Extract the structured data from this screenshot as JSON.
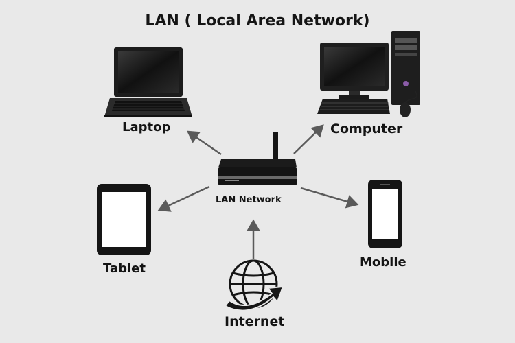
{
  "title": "LAN ( Local Area Network)",
  "nodes": {
    "laptop": "Laptop",
    "computer": "Computer",
    "hub": "LAN Network",
    "tablet": "Tablet",
    "mobile": "Mobile",
    "internet": "Internet"
  },
  "colors": {
    "background": "#e9e9e9",
    "arrow": "#5a5a5a",
    "device": "#1a1a1a",
    "screen": "#ffffff"
  }
}
